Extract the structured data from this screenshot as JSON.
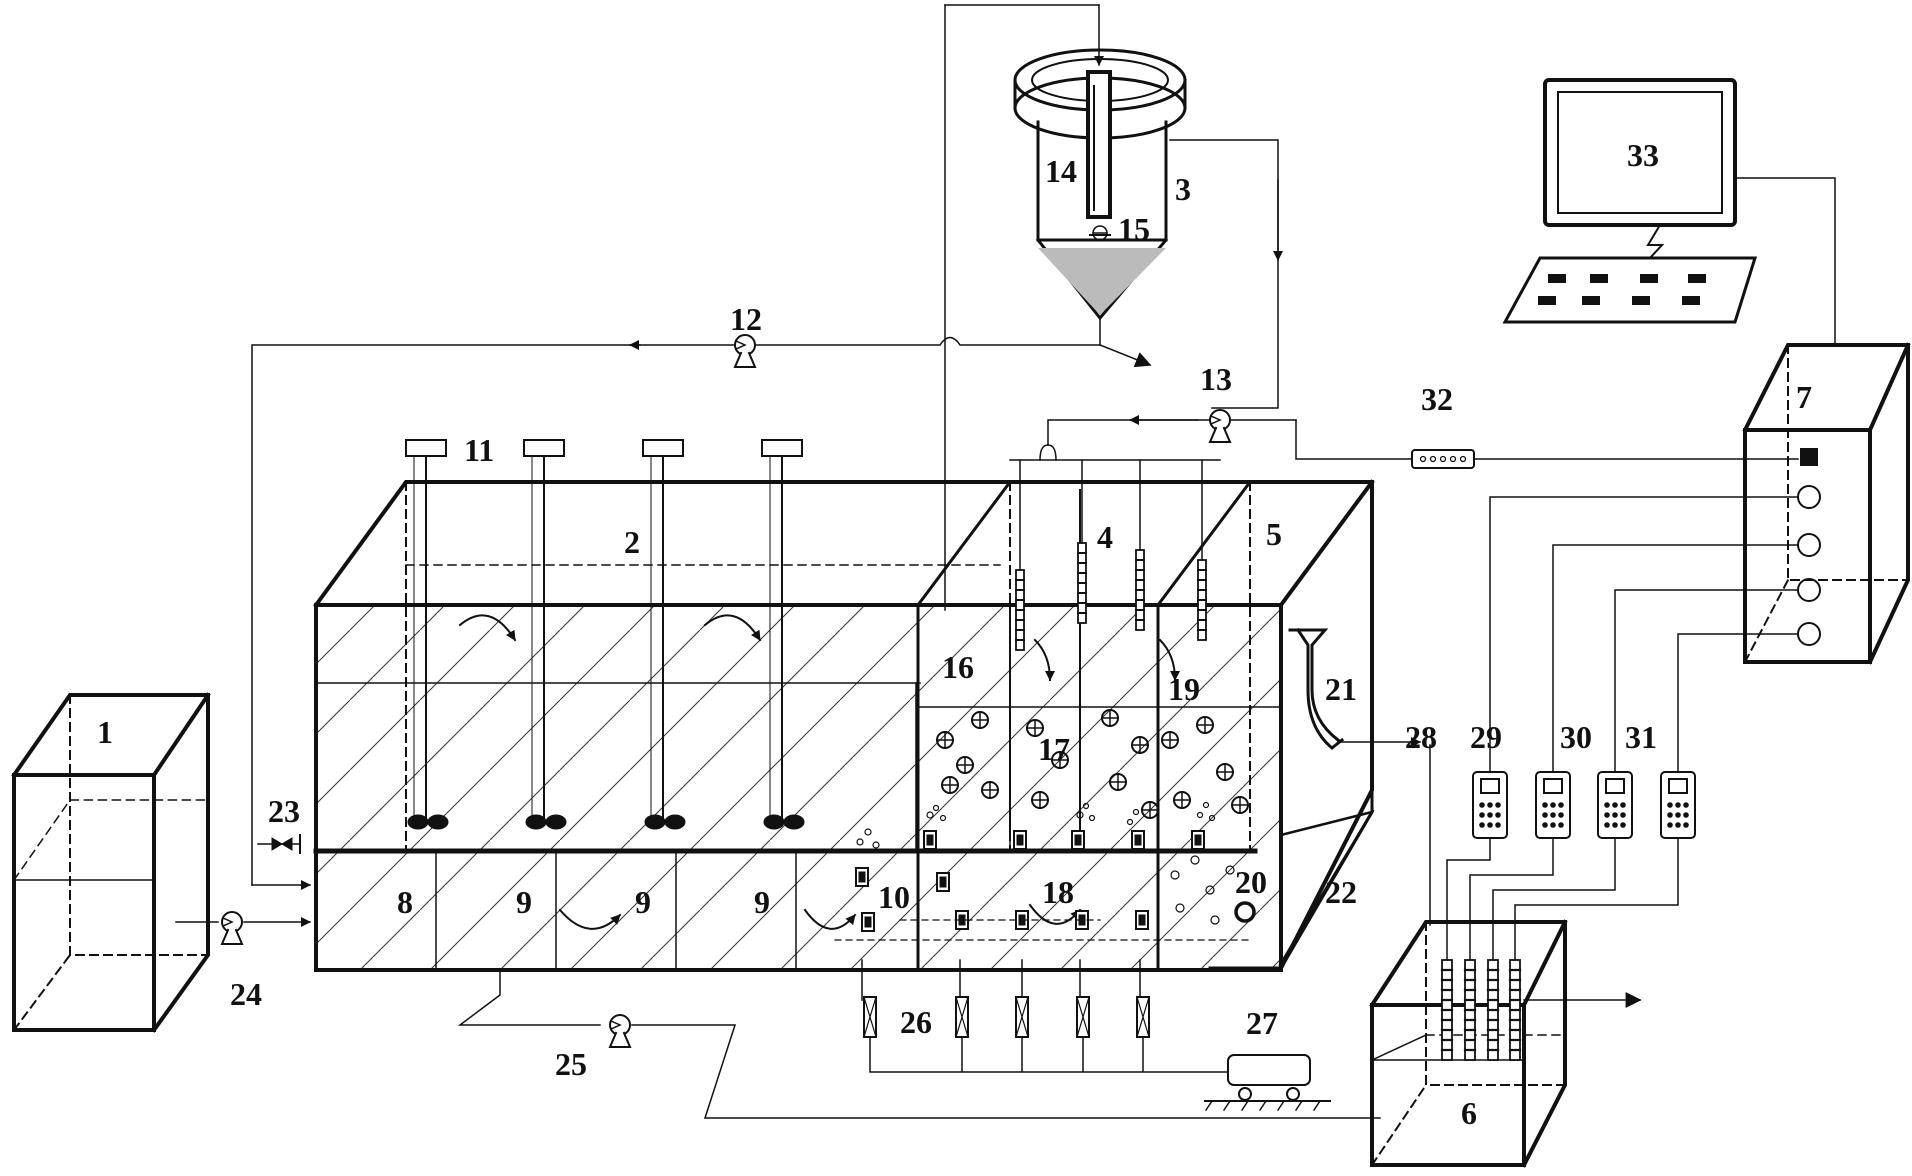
{
  "diagram": {
    "colors": {
      "line": "#111111",
      "fill_dark": "#111111",
      "background": "#ffffff"
    },
    "labels": {
      "n1": "1",
      "n2": "2",
      "n3": "3",
      "n4": "4",
      "n5": "5",
      "n6": "6",
      "n7": "7",
      "n8": "8",
      "n9": "9",
      "n10": "10",
      "n11": "11",
      "n12": "12",
      "n13": "13",
      "n14": "14",
      "n15": "15",
      "n16": "16",
      "n17": "17",
      "n18": "18",
      "n19": "19",
      "n20": "20",
      "n21": "21",
      "n22": "22",
      "n23": "23",
      "n24": "24",
      "n25": "25",
      "n26": "26",
      "n27": "27",
      "n28": "28",
      "n29": "29",
      "n30": "30",
      "n31": "31",
      "n32": "32",
      "n33": "33"
    }
  }
}
